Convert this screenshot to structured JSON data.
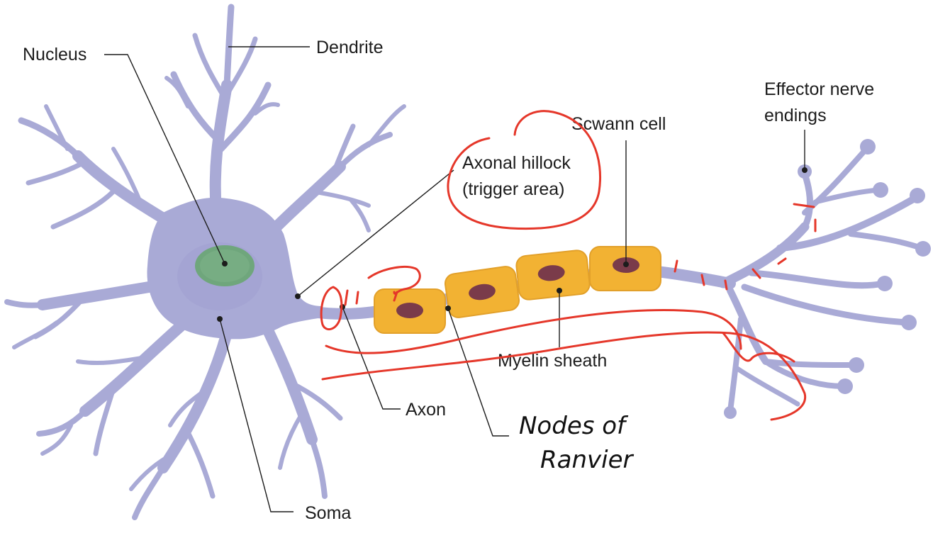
{
  "labels": {
    "nucleus": "Nucleus",
    "dendrite": "Dendrite",
    "axonal_hillock_line1": "Axonal hillock",
    "axonal_hillock_line2": "(trigger area)",
    "schwann_cell": "Scwann cell",
    "effector_line1": "Effector nerve",
    "effector_line2": "endings",
    "myelin_sheath": "Myelin sheath",
    "axon": "Axon",
    "soma": "Soma"
  },
  "handwritten": {
    "nodes_line1": "Nodes of",
    "nodes_line2": "Ranvier"
  },
  "colors": {
    "neuron": "#a9aad6",
    "nucleus": "#6fa67c",
    "myelin": "#f2b233",
    "schwann_nucleus": "#7a3b4a",
    "annotation_ink": "#e5372a"
  }
}
